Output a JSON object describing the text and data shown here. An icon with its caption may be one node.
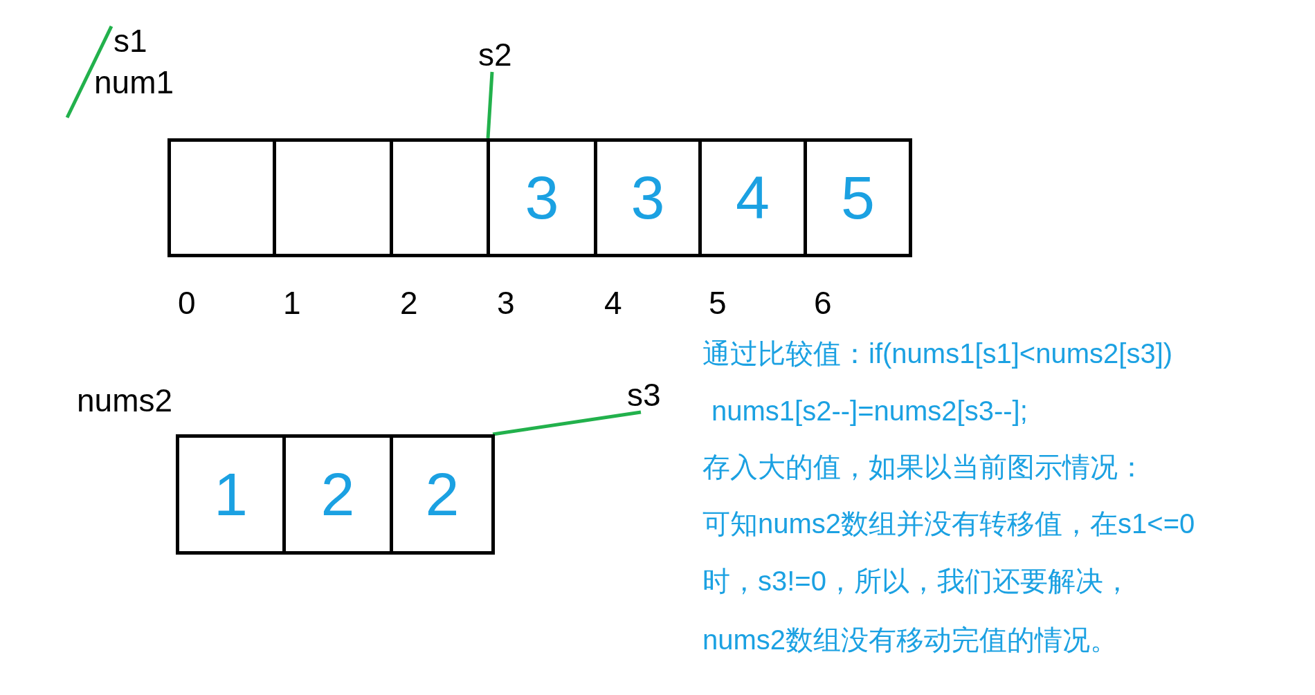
{
  "diagram": {
    "nodes": [
      {
        "text": [
          "s1"
        ]
      },
      {
        "text": [
          "s2"
        ]
      },
      {
        "text": [],
        "shape": "box",
        "beside": [
          "0"
        ]
      },
      {
        "text": [],
        "shape": "box",
        "beside": [
          "1"
        ]
      },
      {
        "text": [],
        "shape": "box",
        "beside": [
          "2"
        ]
      },
      {
        "text": [
          "3"
        ],
        "beside": [
          "3"
        ]
      },
      {
        "text": [
          "3"
        ],
        "beside": [
          "4"
        ]
      },
      {
        "text": [
          "4"
        ],
        "beside": [
          "5"
        ]
      },
      {
        "text": [
          "5"
        ],
        "beside": [
          "6"
        ]
      },
      {
        "text": [
          "s3"
        ]
      },
      {
        "text": [
          "1"
        ]
      },
      {
        "text": [
          "2"
        ]
      },
      {
        "text": [
          "2"
        ]
      }
    ],
    "edges": [
      {
        "from": 0,
        "to": null,
        "arrow": "none"
      },
      {
        "from": 1,
        "to": 4,
        "arrow": "none"
      },
      {
        "from": 9,
        "to": 12,
        "arrow": "none"
      }
    ],
    "labels": [
      "num1",
      "nums2",
      "通过比较值：if(nums1[s1]<nums2[s3])",
      "nums1[s2--]=nums2[s3--];",
      "存入大的值，如果以当前图示情况：",
      "可知nums2数组并没有转移值，在s1<=0",
      "时，s3!=0，所以，我们还要解决，",
      "nums2数组没有移动完值的情况。"
    ]
  }
}
